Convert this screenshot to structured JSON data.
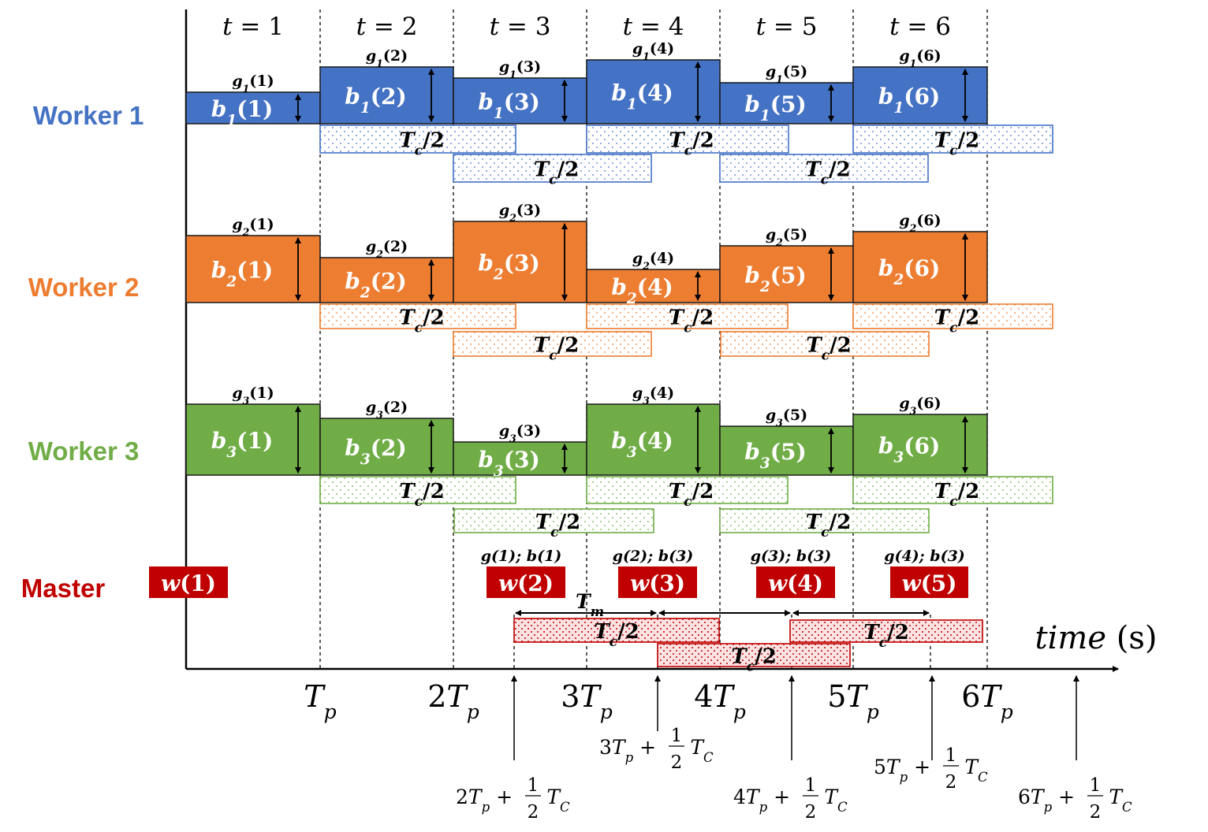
{
  "colors": {
    "worker1": "#4472C4",
    "worker2": "#ED7D31",
    "worker3": "#70AD47",
    "master": "#C00000",
    "line": "#000000"
  },
  "workers": [
    {
      "label": "Worker 1",
      "block_prefix": "b",
      "grad_prefix": "g",
      "index": "1",
      "slots": [
        {
          "t": "1",
          "block": "(1)",
          "grad": "(1)"
        },
        {
          "t": "2",
          "block": "(2)",
          "grad": "(2)"
        },
        {
          "t": "3",
          "block": "(3)",
          "grad": "(3)"
        },
        {
          "t": "4",
          "block": "(4)",
          "grad": "(4)"
        },
        {
          "t": "5",
          "block": "(5)",
          "grad": "(5)"
        },
        {
          "t": "6",
          "block": "(6)",
          "grad": "(6)"
        }
      ],
      "comm_label": "T_c/2"
    },
    {
      "label": "Worker 2",
      "block_prefix": "b",
      "grad_prefix": "g",
      "index": "2",
      "slots": [
        {
          "t": "1",
          "block": "(1)",
          "grad": "(1)"
        },
        {
          "t": "2",
          "block": "(2)",
          "grad": "(2)"
        },
        {
          "t": "3",
          "block": "(3)",
          "grad": "(3)"
        },
        {
          "t": "4",
          "block": "(4)",
          "grad": "(4)"
        },
        {
          "t": "5",
          "block": "(5)",
          "grad": "(5)"
        },
        {
          "t": "6",
          "block": "(6)",
          "grad": "(6)"
        }
      ],
      "comm_label": "T_c/2"
    },
    {
      "label": "Worker 3",
      "block_prefix": "b",
      "grad_prefix": "g",
      "index": "3",
      "slots": [
        {
          "t": "1",
          "block": "(1)",
          "grad": "(1)"
        },
        {
          "t": "2",
          "block": "(2)",
          "grad": "(2)"
        },
        {
          "t": "3",
          "block": "(3)",
          "grad": "(3)"
        },
        {
          "t": "4",
          "block": "(4)",
          "grad": "(4)"
        },
        {
          "t": "5",
          "block": "(5)",
          "grad": "(5)"
        },
        {
          "t": "6",
          "block": "(6)",
          "grad": "(6)"
        }
      ],
      "comm_label": "T_c/2"
    }
  ],
  "master": {
    "label": "Master",
    "updates": [
      {
        "w": "w(1)",
        "caption": ""
      },
      {
        "w": "w(2)",
        "caption": "g(1); b(1)"
      },
      {
        "w": "w(3)",
        "caption": "g(2); b(3)"
      },
      {
        "w": "w(4)",
        "caption": "g(3); b(3)"
      },
      {
        "w": "w(5)",
        "caption": "g(4); b(3)"
      }
    ],
    "tm_label": "T_m",
    "comm_label": "T_c/2"
  },
  "time_headers": [
    "t = 1",
    "t = 2",
    "t = 3",
    "t = 4",
    "t = 5",
    "t = 6"
  ],
  "axis": {
    "label": "time (s)",
    "ticks": [
      "T_p",
      "2T_p",
      "3T_p",
      "4T_p",
      "5T_p",
      "6T_p"
    ],
    "arrow_labels": [
      {
        "coef": "2",
        "frac": "1/2"
      },
      {
        "coef": "3",
        "frac": "1/2"
      },
      {
        "coef": "4",
        "frac": "1/2"
      },
      {
        "coef": "5",
        "frac": "1/2"
      },
      {
        "coef": "6",
        "frac": "1/2"
      }
    ]
  }
}
